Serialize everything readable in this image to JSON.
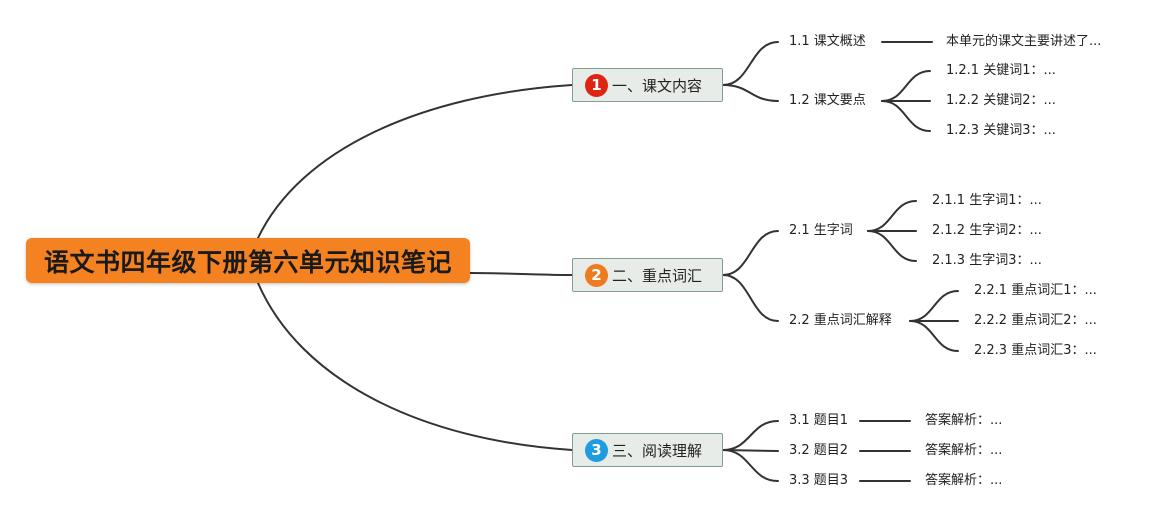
{
  "root": {
    "title": "语文书四年级下册第六单元知识笔记"
  },
  "colors": {
    "root": "#f58220",
    "badge1": "#e02414",
    "badge2": "#ef7b21",
    "badge3": "#1f9be0",
    "line": "#333333"
  },
  "branches": [
    {
      "num": "1",
      "label": "一、课文内容",
      "children": [
        {
          "label": "1.1 课文概述",
          "children": [
            {
              "label": "本单元的课文主要讲述了..."
            }
          ]
        },
        {
          "label": "1.2 课文要点",
          "children": [
            {
              "label": "1.2.1 关键词1：..."
            },
            {
              "label": "1.2.2 关键词2：..."
            },
            {
              "label": "1.2.3 关键词3：..."
            }
          ]
        }
      ]
    },
    {
      "num": "2",
      "label": "二、重点词汇",
      "children": [
        {
          "label": "2.1 生字词",
          "children": [
            {
              "label": "2.1.1 生字词1：..."
            },
            {
              "label": "2.1.2 生字词2：..."
            },
            {
              "label": "2.1.3 生字词3：..."
            }
          ]
        },
        {
          "label": "2.2 重点词汇解释",
          "children": [
            {
              "label": "2.2.1 重点词汇1：..."
            },
            {
              "label": "2.2.2 重点词汇2：..."
            },
            {
              "label": "2.2.3 重点词汇3：..."
            }
          ]
        }
      ]
    },
    {
      "num": "3",
      "label": "三、阅读理解",
      "children": [
        {
          "label": "3.1 题目1",
          "children": [
            {
              "label": "答案解析：..."
            }
          ]
        },
        {
          "label": "3.2 题目2",
          "children": [
            {
              "label": "答案解析：..."
            }
          ]
        },
        {
          "label": "3.3 题目3",
          "children": [
            {
              "label": "答案解析：..."
            }
          ]
        }
      ]
    }
  ]
}
